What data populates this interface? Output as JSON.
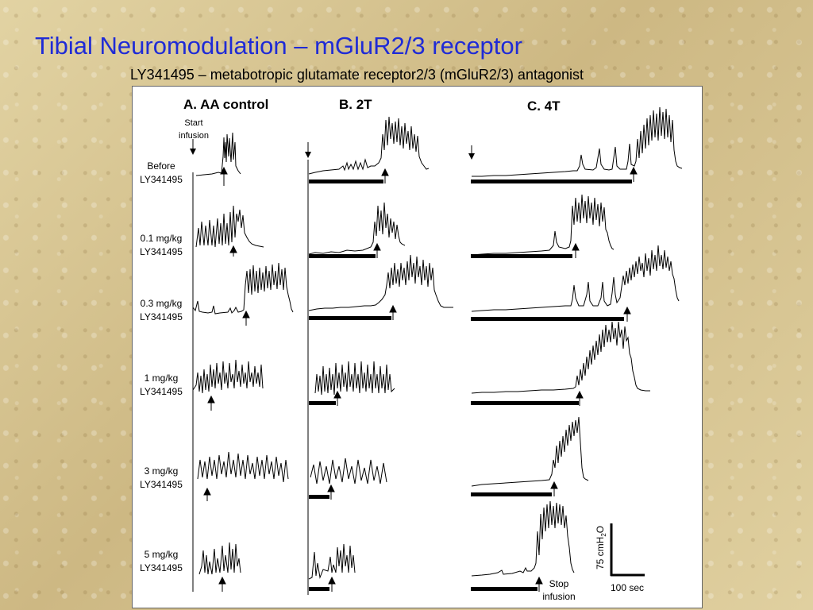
{
  "slide": {
    "title": "Tibial Neuromodulation – mGluR2/3 receptor",
    "subtitle": "LY341495 – metabotropic glutamate receptor2/3 (mGluR2/3) antagonist"
  },
  "figure": {
    "columns": [
      "A. AA control",
      "B. 2T",
      "C. 4T"
    ],
    "start_infusion": [
      "Start",
      "infusion"
    ],
    "stop_infusion": [
      "Stop",
      "infusion"
    ],
    "rows": [
      {
        "line1": "Before",
        "line2": "LY341495"
      },
      {
        "line1": "0.1 mg/kg",
        "line2": "LY341495"
      },
      {
        "line1": "0.3 mg/kg",
        "line2": "LY341495"
      },
      {
        "line1": "1 mg/kg",
        "line2": "LY341495"
      },
      {
        "line1": "3 mg/kg",
        "line2": "LY341495"
      },
      {
        "line1": "5 mg/kg",
        "line2": "LY341495"
      }
    ],
    "scale": {
      "vertical": "75 cmH",
      "subscript": "2",
      "suffix": "O",
      "horizontal": "100 sec"
    }
  }
}
